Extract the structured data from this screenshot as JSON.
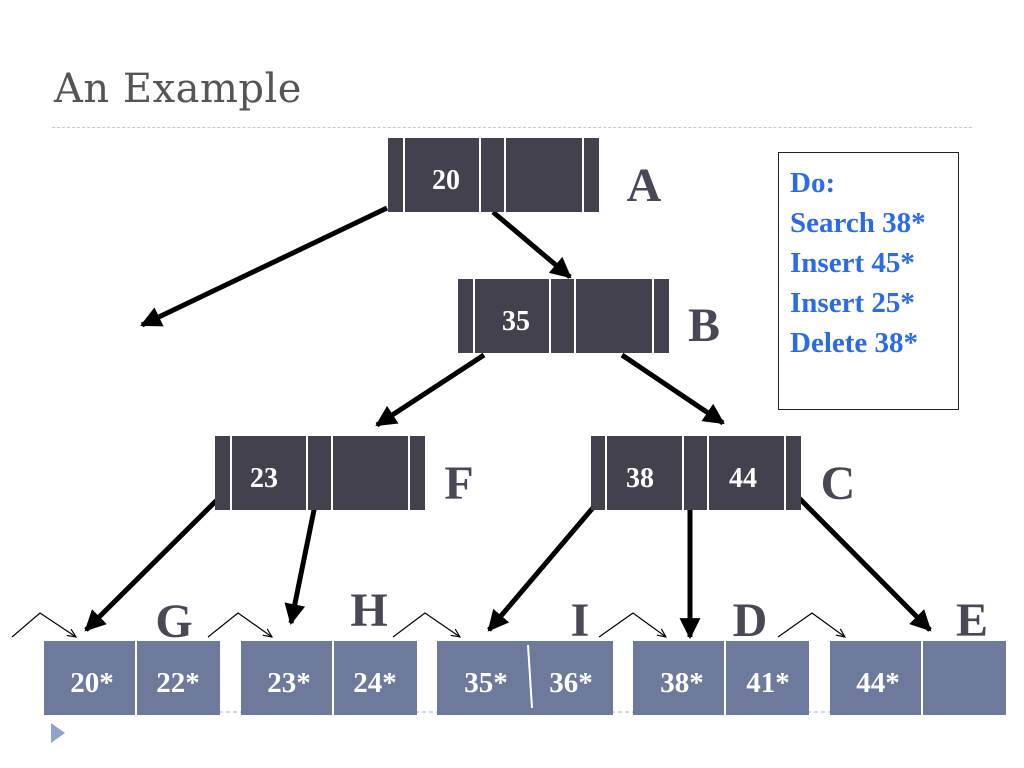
{
  "slide": {
    "title": "An Example"
  },
  "operations": {
    "heading": "Do:",
    "items": [
      "Search 38*",
      "Insert 45*",
      "Insert 25*",
      "Delete 38*"
    ]
  },
  "colors": {
    "inner_node_fill": "#43414d",
    "leaf_node_fill": "#6e7a9c",
    "operations_text": "#2b6be8",
    "letter_text": "#4a4856",
    "bullet": "#8da4cf"
  },
  "tree": {
    "inner_nodes": [
      {
        "id": "A",
        "label": "A",
        "keys": [
          "20",
          ""
        ]
      },
      {
        "id": "B",
        "label": "B",
        "keys": [
          "35",
          ""
        ]
      },
      {
        "id": "F",
        "label": "F",
        "keys": [
          "23",
          ""
        ]
      },
      {
        "id": "C",
        "label": "C",
        "keys": [
          "38",
          "44"
        ]
      }
    ],
    "leaves": [
      {
        "id": "G",
        "label": "G",
        "keys": [
          "20*",
          "22*"
        ]
      },
      {
        "id": "H",
        "label": "H",
        "keys": [
          "23*",
          "24*"
        ]
      },
      {
        "id": "I",
        "label": "I",
        "keys": [
          "35*",
          "36*"
        ]
      },
      {
        "id": "D",
        "label": "D",
        "keys": [
          "38*",
          "41*"
        ]
      },
      {
        "id": "E",
        "label": "E",
        "keys": [
          "44*",
          ""
        ]
      }
    ]
  }
}
